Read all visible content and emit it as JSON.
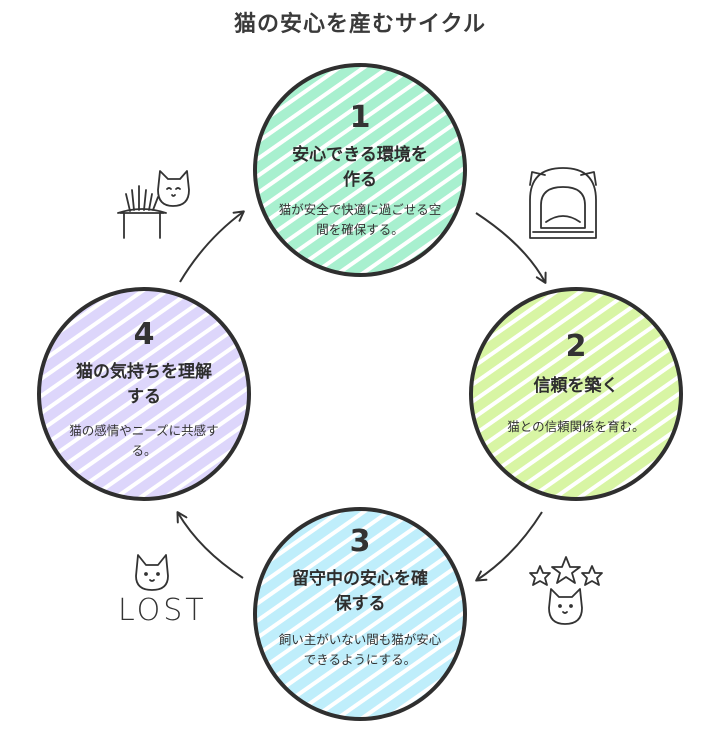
{
  "title": "猫の安心を産むサイクル",
  "steps": [
    {
      "number": "1",
      "heading": "安心できる環境を作る",
      "description": "猫が安全で快適に過ごせる空間を確保する。",
      "color": "#a8f0cf"
    },
    {
      "number": "2",
      "heading": "信頼を築く",
      "description": "猫との信頼関係を育む。",
      "color": "#d8f5a4"
    },
    {
      "number": "3",
      "heading": "留守中の安心を確保する",
      "description": "飼い主がいない間も猫が安心できるようにする。",
      "color": "#bfeefb"
    },
    {
      "number": "4",
      "heading": "猫の気持ちを理解する",
      "description": "猫の感情やニーズに共感する。",
      "color": "#ddd6fb"
    }
  ],
  "lost_label": "LOST",
  "icons": [
    "cat-plant-icon",
    "cat-bed-icon",
    "cat-stars-icon",
    "lost-cat-icon"
  ]
}
